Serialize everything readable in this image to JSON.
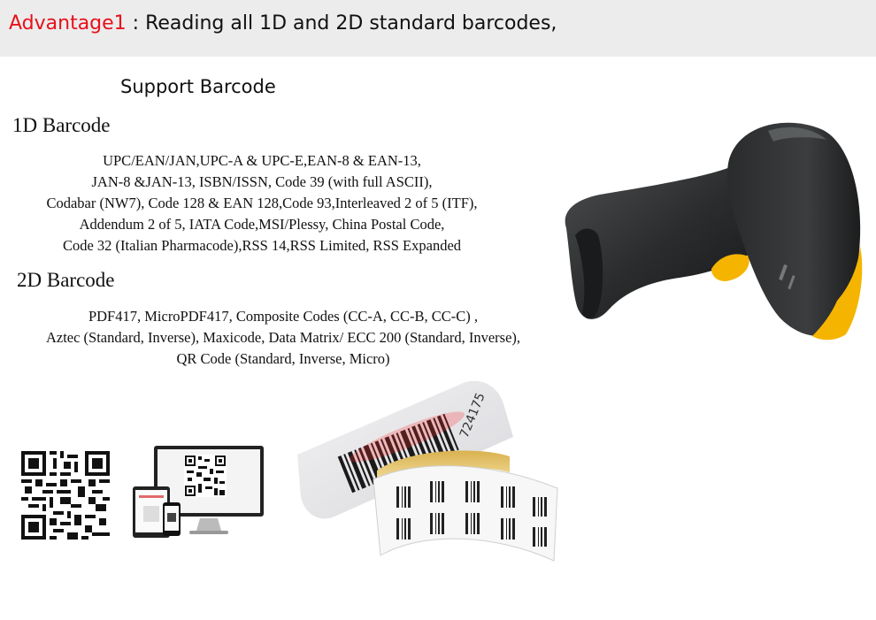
{
  "header": {
    "advantage": "Advantage1",
    "text": " : Reading all 1D and 2D standard barcodes,"
  },
  "support_title": "Support Barcode",
  "barcode_1d": {
    "heading": "1D Barcode",
    "lines": [
      "UPC/EAN/JAN,UPC-A & UPC-E,EAN-8 & EAN-13,",
      "JAN-8 &JAN-13, ISBN/ISSN, Code 39 (with full ASCII),",
      "Codabar (NW7), Code 128 & EAN 128,Code 93,Interleaved 2 of 5 (ITF),",
      "Addendum 2 of 5, IATA Code,MSI/Plessy, China Postal Code,",
      "Code 32 (Italian Pharmacode),RSS 14,RSS Limited, RSS Expanded"
    ]
  },
  "barcode_2d": {
    "heading": "2D Barcode",
    "lines": [
      "PDF417, MicroPDF417, Composite Codes (CC-A, CC-B, CC-C) ,",
      "Aztec (Standard, Inverse), Maxicode, Data Matrix/ ECC 200 (Standard, Inverse),",
      "QR Code (Standard, Inverse, Micro)"
    ]
  },
  "images": {
    "scanner": "handheld-barcode-scanner",
    "qr": "qr-code",
    "devices": "monitor-tablet-phone-with-qr",
    "labels": "barcode-label-roll",
    "label_number": "724175"
  },
  "colors": {
    "accent": "#e8101a",
    "header_bg": "#ececec",
    "scanner_body": "#2b2d2e",
    "scanner_trim": "#f5b400"
  }
}
